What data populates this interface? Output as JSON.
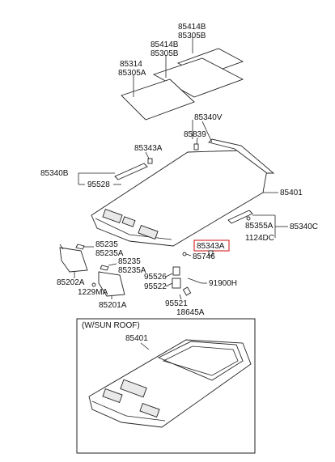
{
  "diagram": {
    "labels": {
      "p85414B_top": "85414B",
      "p85305B_top": "85305B",
      "p85414B_mid": "85414B",
      "p85305B_mid": "85305B",
      "p85314": "85314",
      "p85305A": "85305A",
      "p85340V": "85340V",
      "p85839": "85839",
      "p85343A_top": "85343A",
      "p85340B": "85340B",
      "p95528": "95528",
      "p85401_main": "85401",
      "p85355A": "85355A",
      "p85340C": "85340C",
      "p1124DC": "1124DC",
      "p85235_upper": "85235",
      "p85235A_upper": "85235A",
      "p85343A_highlight": "85343A",
      "p85746": "85746",
      "p85235_lower": "85235",
      "p85235A_lower": "85235A",
      "p85202A": "85202A",
      "p95526": "95526",
      "p95522": "95522",
      "p91900H": "91900H",
      "p1229MA": "1229MA",
      "p85201A": "85201A",
      "p95521": "95521",
      "p18645A": "18645A",
      "sunroof_title": "(W/SUN ROOF)",
      "p85401_sunroof": "85401"
    },
    "colors": {
      "highlight": "#d32020",
      "line": "#222222"
    }
  }
}
